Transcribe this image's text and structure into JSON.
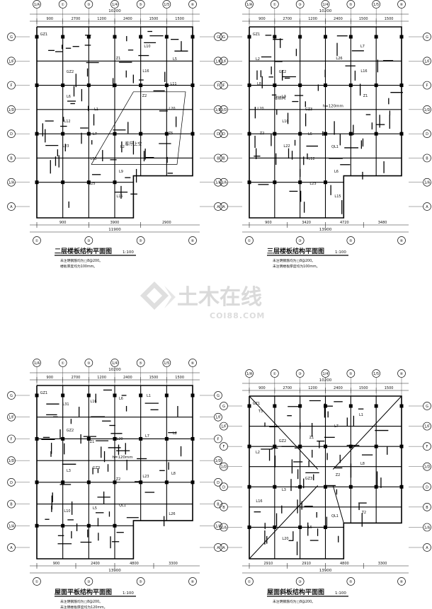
{
  "plans": [
    {
      "title": "二层楼板结构平面图",
      "scale": "1:100",
      "notes": [
        "未注明钢筋均为□8@200。",
        "楼板厚度均为100mm。"
      ],
      "top_dims": [
        "900",
        "2700",
        "1200",
        "2400",
        "1500",
        "1500"
      ],
      "total_width": "10200",
      "bottom_dims": [
        "900",
        "3900",
        "2900"
      ],
      "bottom_total": "11900",
      "grid_top": [
        "1/A",
        "①",
        "③",
        "1/4",
        "⑤",
        "1/5",
        "⑥"
      ],
      "grid_left": [
        "G",
        "1/F",
        "F",
        "1/D",
        "D",
        "B",
        "1/A",
        "A"
      ],
      "grid_bottom": [
        "①",
        "③",
        "⑤",
        "⑥"
      ],
      "room_label": "客厅上空",
      "beams": [
        "GZ1",
        "GZ2",
        "L1",
        "L2",
        "L3",
        "L5",
        "L6",
        "L7",
        "L9",
        "L10",
        "L11",
        "L12",
        "L13",
        "L15",
        "L16",
        "L20",
        "L23",
        "L25",
        "Z1",
        "Z2",
        "Z5"
      ]
    },
    {
      "title": "三层楼板结构平面图",
      "scale": "1:100",
      "notes": [
        "未注明钢筋均为□8@200。",
        "未注明楼板厚度均为100mm。"
      ],
      "top_dims": [
        "900",
        "2700",
        "1200",
        "2400",
        "1500",
        "1500"
      ],
      "total_width": "10200",
      "bottom_dims": [
        "900",
        "3420",
        "4720",
        "3480"
      ],
      "bottom_total": "13900",
      "grid_top": [
        "1/A",
        "①",
        "③",
        "1/4",
        "⑤",
        "1/5",
        "⑥"
      ],
      "grid_left": [
        "G",
        "1/F",
        "F",
        "1/D",
        "D",
        "B",
        "1/A",
        "A"
      ],
      "grid_bottom": [
        "①",
        "③",
        "⑤",
        "⑥"
      ],
      "room_label": "楼梯间",
      "thickness": "h=120mm",
      "beams": [
        "GZ1",
        "GZ2",
        "GZ3",
        "QL1",
        "L1",
        "L2",
        "L3",
        "L5",
        "L6",
        "L7",
        "L8",
        "L10",
        "L12",
        "L15",
        "L16",
        "L20",
        "L22",
        "L23",
        "L26",
        "Z1",
        "Z2"
      ]
    },
    {
      "title": "屋面平板结构平面图",
      "scale": "1:100",
      "notes": [
        "未注明钢筋均为□8@200。",
        "未注明楼板厚度均为120mm。"
      ],
      "top_dims": [
        "900",
        "2700",
        "1200",
        "2400",
        "1500",
        "1500"
      ],
      "total_width": "10200",
      "bottom_dims": [
        "900",
        "2400",
        "4800",
        "3300"
      ],
      "bottom_total": "13900",
      "grid_top": [
        "1/A",
        "①",
        "③",
        "1/4",
        "⑤",
        "1/5",
        "⑥"
      ],
      "grid_left": [
        "G",
        "1/F",
        "F",
        "1/D",
        "D",
        "B",
        "1/A",
        "A"
      ],
      "grid_bottom": [
        "①",
        "③",
        "⑤",
        "⑥"
      ],
      "thickness": "h=120mm",
      "beams": [
        "GZ1",
        "GZ2",
        "GZ3",
        "QL1",
        "L1",
        "L2",
        "L3",
        "L5",
        "L6",
        "L7",
        "L8",
        "L10",
        "L16",
        "L20",
        "L23",
        "L26",
        "L31",
        "Z1",
        "Z2"
      ]
    },
    {
      "title": "屋面斜板结构平面图",
      "scale": "1:100",
      "notes": [
        "未注明钢筋均为□8@200。"
      ],
      "top_dims": [
        "900",
        "2700",
        "1200",
        "2400",
        "1500",
        "1500"
      ],
      "total_width": "10200",
      "bottom_dims": [
        "2910",
        "2910",
        "4800",
        "3300"
      ],
      "bottom_total": "13900",
      "grid_top": [
        "1/A",
        "①",
        "③",
        "1/4",
        "⑤",
        "1/5",
        "⑥"
      ],
      "grid_left": [
        "G",
        "1/F",
        "F",
        "1/D",
        "D",
        "B",
        "1/A",
        "A"
      ],
      "grid_bottom": [
        "①",
        "③",
        "⑤",
        "⑥"
      ],
      "beams": [
        "GZ1",
        "GZ2",
        "GZ3",
        "QL1",
        "L1",
        "L2",
        "L3",
        "L5",
        "L7",
        "L8",
        "L16",
        "L20",
        "Z1",
        "Z2",
        "T2",
        "T3"
      ]
    }
  ],
  "watermark": {
    "brand": "土木在线",
    "url": "COI88.COM"
  }
}
